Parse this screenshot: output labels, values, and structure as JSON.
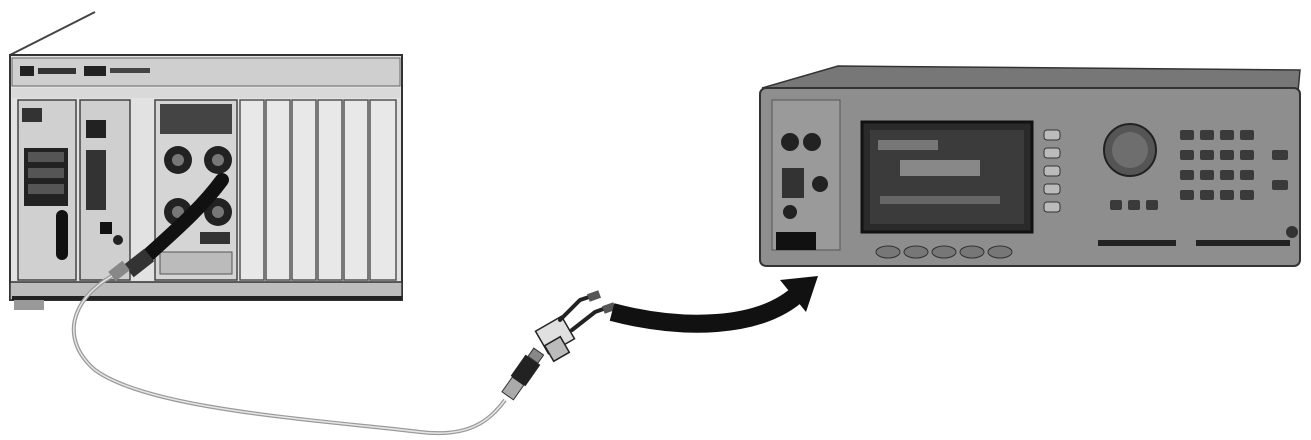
{
  "diagram": {
    "description_elements": [
      "chassis-with-modules",
      "cable",
      "bnc-to-banana-adapter",
      "curved-arrow",
      "function-generator"
    ]
  },
  "colors": {
    "background": "#ffffff",
    "chassis_body": "#d9d9d9",
    "chassis_dark": "#1a1a1a",
    "instrument_body": "#8a8a8a",
    "instrument_screen": "#2a2a2a",
    "arrow": "#111111",
    "cable": "#bfbfbf"
  }
}
